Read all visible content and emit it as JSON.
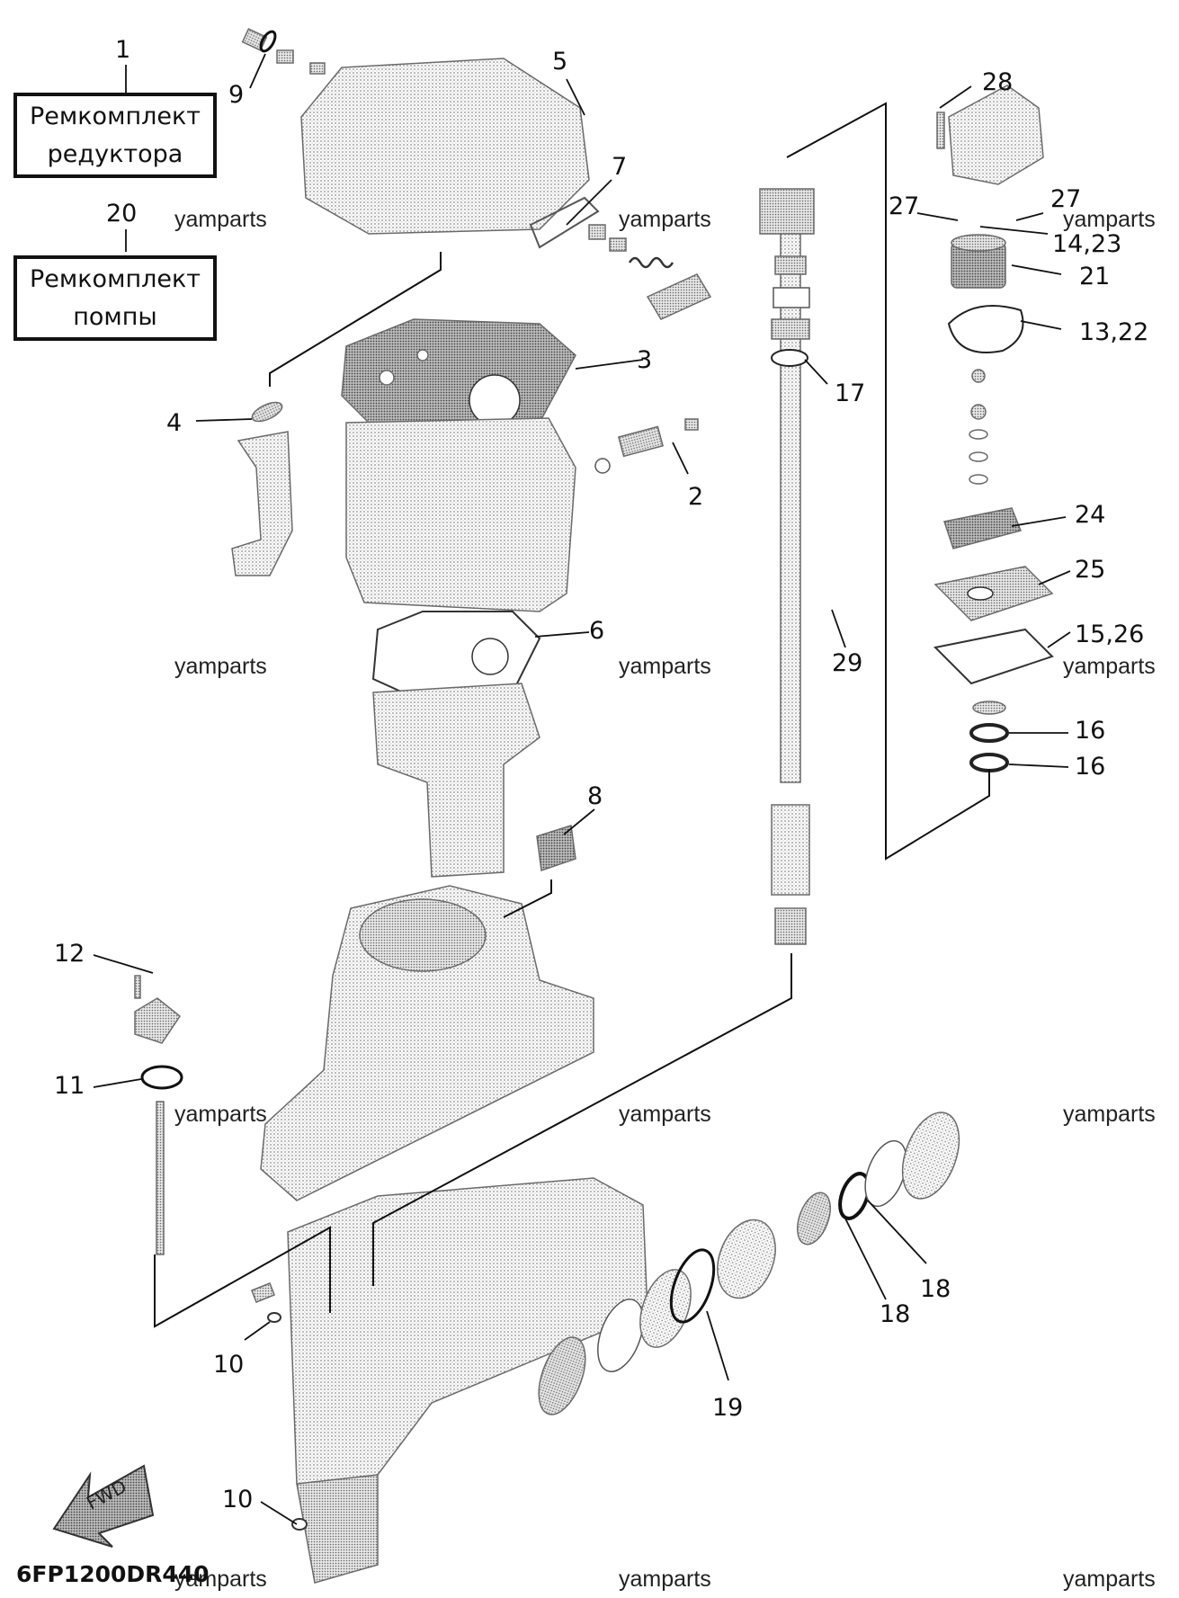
{
  "kits": [
    {
      "number": "1",
      "line1": "Ремкомплект",
      "line2": "редуктора"
    },
    {
      "number": "20",
      "line1": "Ремкомплект",
      "line2": "помпы"
    }
  ],
  "callouts": [
    "9",
    "5",
    "7",
    "28",
    "27",
    "27",
    "14,23",
    "21",
    "13,22",
    "3",
    "17",
    "4",
    "2",
    "24",
    "25",
    "6",
    "15,26",
    "29",
    "16",
    "16",
    "8",
    "12",
    "11",
    "18",
    "18",
    "10",
    "19",
    "10"
  ],
  "watermark": "yamparts",
  "drawing_code": "6FP1200DR440",
  "arrow_label": "FWD"
}
